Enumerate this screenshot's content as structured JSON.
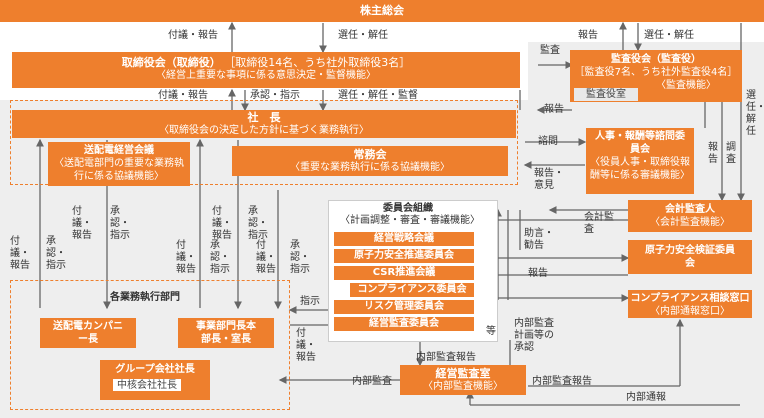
{
  "shareholders": "株主総会",
  "board": {
    "title": "取締役会（取締役）",
    "detail": "［取締役14名、うち社外取締役3名］",
    "role": "〈経営上重要な事項に係る意思決定・監督機能〉"
  },
  "auditors": {
    "title": "監査役会（監査役）",
    "detail": "［監査役7名、うち社外監査役4名］",
    "role": "〈監査機能〉",
    "office": "監査役室"
  },
  "president": {
    "title": "社　長",
    "role": "〈取締役会の決定した方針に基づく業務執行〉"
  },
  "grid_council": {
    "title": "送配電経営会議",
    "role": "〈送配電部門の重要な業務執行に係る協議機能〉"
  },
  "jomukai": {
    "title": "常務会",
    "role": "〈重要な業務執行に係る協議機能〉"
  },
  "hr_committee": {
    "title": "人事・報酬等諮問委員会",
    "role": "〈役員人事・取締役報酬等に係る審議機能〉"
  },
  "external_auditor": {
    "title": "会計監査人",
    "role": "〈会計監査機能〉"
  },
  "nuclear_review": "原子力安全検証委員会",
  "compliance_desk": {
    "title": "コンプライアンス相談窓口",
    "role": "〈内部通報窓口〉"
  },
  "committees": {
    "title": "委員会組織",
    "role": "〈計画調整・審査・審議機能〉",
    "items": [
      "経営戦略会議",
      "原子力安全推進委員会",
      "CSR推進会議",
      "コンプライアンス委員会",
      "リスク管理委員会",
      "経営監査委員会"
    ],
    "etc": "等"
  },
  "departments": {
    "title": "各業務執行部門",
    "grid_company": "送配電カンパニー長",
    "division": "事業部門長本部長・室長"
  },
  "group": {
    "title": "グループ会社社長",
    "sub": "中核会社社長"
  },
  "audit_office": {
    "title": "経営監査室",
    "role": "〈内部監査機能〉"
  },
  "labels": {
    "attach_report": "付議・報告",
    "elect": "選任・解任",
    "elect_dismiss_supervise": "選任・解任・監督",
    "approve_instruct": "承認・指示",
    "report": "報告",
    "audit": "監査",
    "inquiry": "諮問",
    "report_opinion": "報告・意見",
    "advice": "助言・勧告",
    "accounting_audit": "会計監査",
    "instruct": "指示",
    "internal_audit": "内部監査",
    "internal_audit_report": "内部監査報告",
    "internal_audit_plan": "内部監査計画等の承認",
    "whistle": "内部通報",
    "survey": "調査"
  },
  "colors": {
    "orange": "#ee7f2d",
    "gray": "#eeeeee",
    "line": "#666666"
  }
}
